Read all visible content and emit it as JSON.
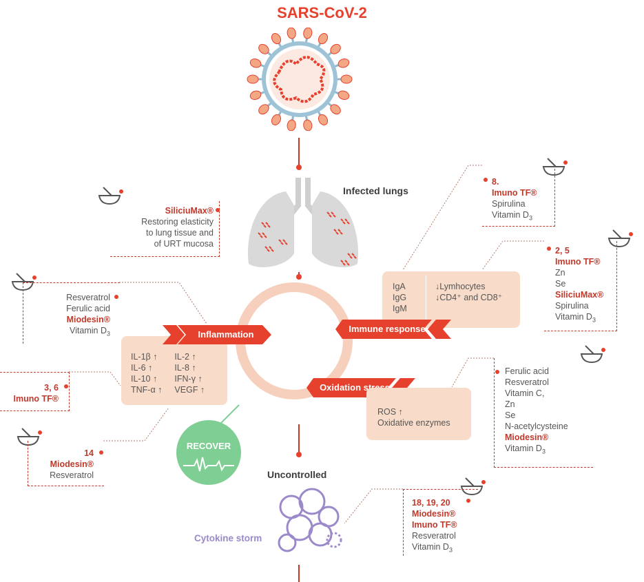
{
  "title": "SARS-CoV-2",
  "labels": {
    "infected_lungs": "Infected lungs",
    "uncontrolled": "Uncontrolled",
    "cytokine_storm": "Cytokine storm",
    "recover": "RECOVER"
  },
  "ribbons": {
    "inflammation": "Inflammation",
    "immune_response": "Immune response",
    "oxidation_stress": "Oxidation stress"
  },
  "boxes": {
    "silicium_top": {
      "name": "SiliciuMax®",
      "lines": [
        "Restoring elasticity",
        "to lung tissue and",
        "of URT mucosa"
      ]
    },
    "left_resveratrol": {
      "lines": [
        "Resveratrol",
        "Ferulic acid"
      ],
      "bold": "Miodesin®",
      "vitamin": "Vitamin D"
    },
    "ref_3_6": {
      "refs": "3, 6",
      "bold": "Imuno TF®"
    },
    "ref_14": {
      "refs": "14",
      "bold": "Miodesin®",
      "lines": [
        "Resveratrol"
      ]
    },
    "ref_8": {
      "refs": "8.",
      "bold": "Imuno TF®",
      "lines": [
        "Spirulina"
      ],
      "vitamin": "Vitamin D"
    },
    "ref_2_5": {
      "refs": "2, 5",
      "bold1": "Imuno TF®",
      "lines1": [
        "Zn",
        "Se"
      ],
      "bold2": "SiliciuMax®",
      "lines2": [
        "Spirulina"
      ],
      "vitamin": "Vitamin D"
    },
    "oxidation_list": {
      "lines": [
        "Ferulic acid",
        "Resveratrol",
        "Vitamin C,",
        "Zn",
        "Se",
        "N-acetylcysteine"
      ],
      "bold": "Miodesin®",
      "vitamin": "Vitamin D"
    },
    "ref_18_19_20": {
      "refs": "18, 19, 20",
      "bold1": "Miodesin®",
      "bold2": "Imuno TF®",
      "lines": [
        "Resveratrol"
      ],
      "vitamin": "Vitamin D"
    }
  },
  "cytokines": {
    "col1": [
      "IL-1β ↑",
      "IL-6 ↑",
      "IL-10 ↑",
      "TNF-α ↑"
    ],
    "col2": [
      "IL-2 ↑",
      "IL-8 ↑",
      "IFN-γ ↑",
      "VEGF ↑"
    ]
  },
  "immune": {
    "col1": [
      "IgA",
      "IgG",
      "IgM"
    ],
    "col2": [
      "↓Lymhocytes",
      "↓CD4⁺ and CD8⁺"
    ]
  },
  "oxidation": [
    "ROS ↑",
    "Oxidative enzymes"
  ],
  "colors": {
    "accent": "#e5412d",
    "peach": "#f8dcc9",
    "ring": "#f6d0bd",
    "green": "#7fcf95",
    "purple": "#9b89c9"
  },
  "icons": [
    "virus-icon",
    "lungs-icon",
    "mortar-pestle-icon",
    "heartbeat-icon",
    "cytokine-network-icon"
  ]
}
